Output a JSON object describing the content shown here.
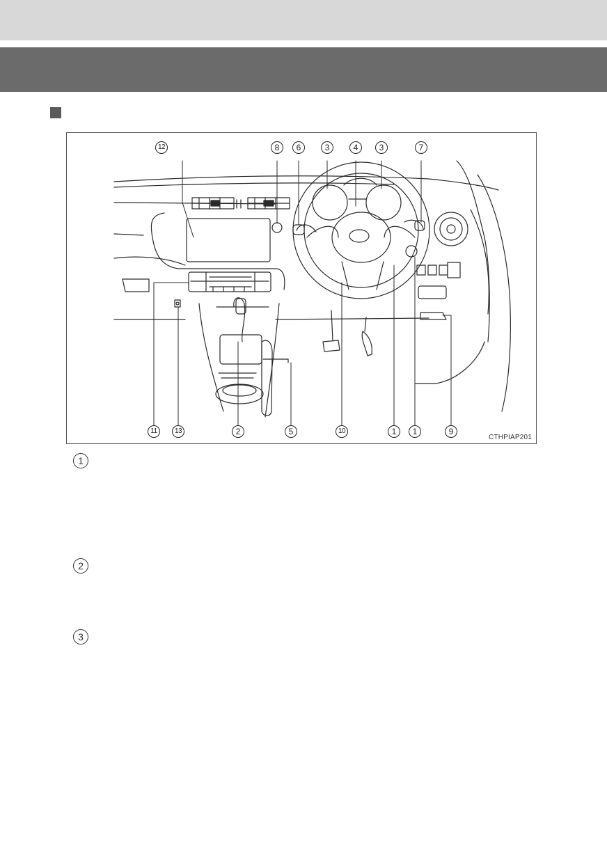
{
  "figure": {
    "code": "CTHPIAP201",
    "callouts_top": [
      "12",
      "8",
      "6",
      "3",
      "4",
      "3",
      "7"
    ],
    "callouts_bottom": [
      "11",
      "13",
      "2",
      "5",
      "10",
      "1",
      "1",
      "9"
    ]
  },
  "legend": [
    "1",
    "2",
    "3"
  ]
}
